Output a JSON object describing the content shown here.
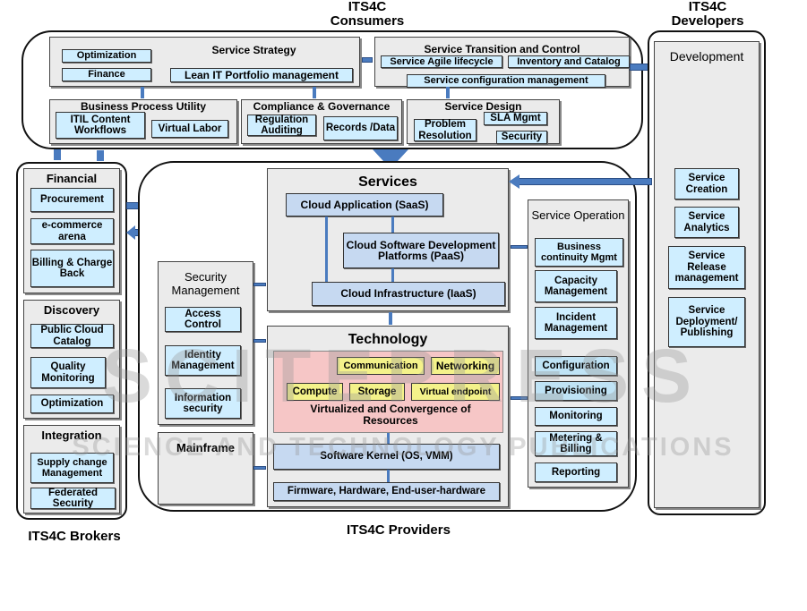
{
  "labels": {
    "consumers": "ITS4C\nConsumers",
    "developers": "ITS4C\nDevelopers",
    "brokers": "ITS4C Brokers",
    "providers": "ITS4C Providers"
  },
  "consumers": {
    "service_strategy": {
      "title": "Service Strategy",
      "items": [
        "Optimization",
        "Finance",
        "Lean IT Portfolio management"
      ]
    },
    "service_transition": {
      "title": "Service Transition and Control",
      "items": [
        "Service Agile lifecycle",
        "Inventory  and  Catalog",
        "Service configuration  management"
      ]
    },
    "business_process_utility": {
      "title": "Business Process Utility",
      "items": [
        "ITIL Content Workflows",
        "Virtual Labor"
      ]
    },
    "compliance": {
      "title": "Compliance & Governance",
      "items": [
        "Regulation Auditing",
        "Records /Data"
      ]
    },
    "service_design": {
      "title": "Service Design",
      "items": [
        "Problem Resolution",
        "SLA Mgmt",
        "Security"
      ]
    }
  },
  "developers": {
    "development": {
      "title": "Development",
      "items": [
        "Service Creation",
        "Service Analytics",
        "Service Release management",
        "Service Deployment/ Publishing"
      ]
    }
  },
  "brokers": {
    "financial": {
      "title": "Financial",
      "items": [
        "Procurement",
        "e-commerce arena",
        "Billing & Charge Back"
      ]
    },
    "discovery": {
      "title": "Discovery",
      "items": [
        "Public Cloud Catalog",
        "Quality Monitoring",
        "Optimization"
      ]
    },
    "integration": {
      "title": "Integration",
      "items": [
        "Supply change Management",
        "Federated Security"
      ]
    }
  },
  "providers": {
    "services": {
      "title": "Services",
      "items": [
        "Cloud Application (SaaS)",
        "Cloud Software Development Platforms (PaaS)",
        "Cloud Infrastructure (IaaS)"
      ]
    },
    "security_management": {
      "title": "Security Management",
      "items": [
        "Access Control",
        "Identity Management",
        "Information security"
      ]
    },
    "mainframe": {
      "title": "Mainframe"
    },
    "technology": {
      "title": "Technology",
      "resources": [
        "Communication",
        "Networking",
        "Compute",
        "Storage",
        "Virtual endpoint"
      ],
      "virtualized_label": "Virtualized  and Convergence of Resources",
      "kernel": "Software Kernel (OS, VMM)",
      "hardware": "Firmware, Hardware, End-user-hardware"
    },
    "service_operation": {
      "title": "Service Operation",
      "items": [
        "Business continuity Mgmt",
        "Capacity Management",
        "Incident Management",
        "Configuration",
        "Provisioning",
        "Monitoring",
        "Metering & Billing",
        "Reporting"
      ]
    }
  },
  "watermark": {
    "main": "SCITEPRESS",
    "sub": "SCIENCE AND TECHNOLOGY PUBLICATIONS"
  },
  "colors": {
    "arrow": "#4a7bbf",
    "panel": "#ebebeb",
    "box": "#cfeeff",
    "box_alt": "#c6d9f1",
    "resource": "#f4f28a",
    "virtualized": "#f6c6c6"
  }
}
